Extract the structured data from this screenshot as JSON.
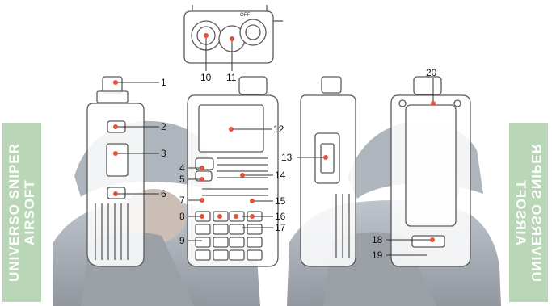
{
  "watermark": {
    "line1": "UNIVERSO SNIPER",
    "line2": "AIRSOFT"
  },
  "top_view": {
    "small_label": "OFF"
  },
  "callouts": [
    "1",
    "2",
    "3",
    "4",
    "5",
    "6",
    "7",
    "8",
    "9",
    "10",
    "11",
    "12",
    "13",
    "14",
    "15",
    "16",
    "17",
    "18",
    "19",
    "20"
  ],
  "colors": {
    "marker": "#e4523a",
    "radio_outline": "#5a5a5a",
    "banner": "#b9d7b7",
    "photo": "#5a6676"
  }
}
